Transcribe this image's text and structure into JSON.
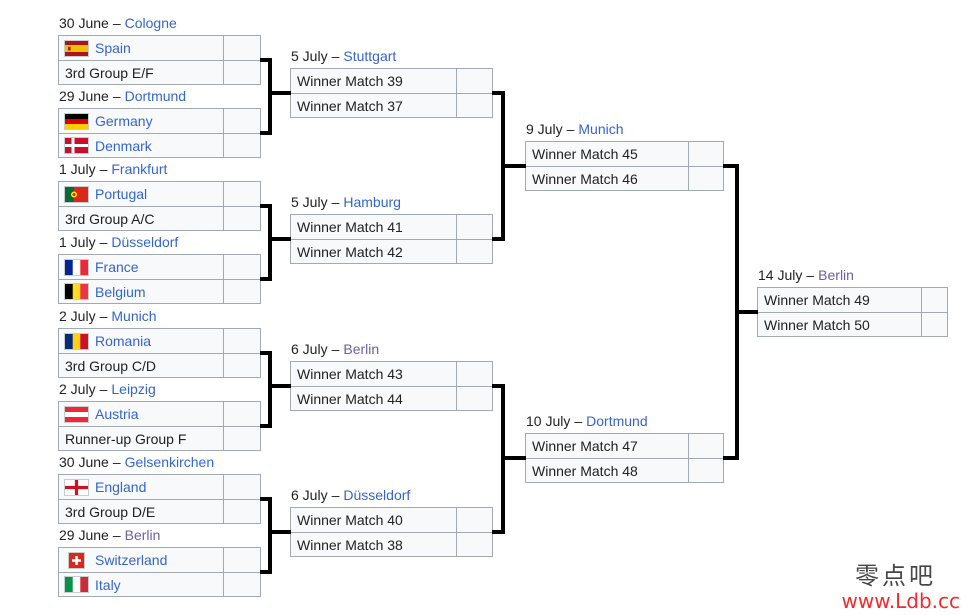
{
  "colors": {
    "link_blue": "#3366cc",
    "visited_purple": "#6e5fa5",
    "text_dark": "#202122",
    "cell_background": "#f8f9fa",
    "cell_border": "#a2a9b1",
    "connector_black": "#000000",
    "watermark_red": "#f22b2b"
  },
  "date_separator": "–",
  "rounds": [
    {
      "id": "round-of-16",
      "matches": [
        {
          "date": "30 June",
          "city": "Cologne",
          "city_visited": false,
          "slots": [
            {
              "team": "Spain",
              "flag": "es",
              "link": true,
              "score": ""
            },
            {
              "team": "3rd Group E/F",
              "flag": null,
              "link": false,
              "score": ""
            }
          ]
        },
        {
          "date": "29 June",
          "city": "Dortmund",
          "city_visited": false,
          "slots": [
            {
              "team": "Germany",
              "flag": "de",
              "link": true,
              "score": ""
            },
            {
              "team": "Denmark",
              "flag": "dk",
              "link": true,
              "score": ""
            }
          ]
        },
        {
          "date": "1 July",
          "city": "Frankfurt",
          "city_visited": false,
          "slots": [
            {
              "team": "Portugal",
              "flag": "pt",
              "link": true,
              "score": ""
            },
            {
              "team": "3rd Group A/C",
              "flag": null,
              "link": false,
              "score": ""
            }
          ]
        },
        {
          "date": "1 July",
          "city": "Düsseldorf",
          "city_visited": false,
          "slots": [
            {
              "team": "France",
              "flag": "fr",
              "link": true,
              "score": ""
            },
            {
              "team": "Belgium",
              "flag": "be",
              "link": true,
              "score": ""
            }
          ]
        },
        {
          "date": "2 July",
          "city": "Munich",
          "city_visited": false,
          "slots": [
            {
              "team": "Romania",
              "flag": "ro",
              "link": true,
              "score": ""
            },
            {
              "team": "3rd Group C/D",
              "flag": null,
              "link": false,
              "score": ""
            }
          ]
        },
        {
          "date": "2 July",
          "city": "Leipzig",
          "city_visited": false,
          "slots": [
            {
              "team": "Austria",
              "flag": "at",
              "link": true,
              "score": ""
            },
            {
              "team": "Runner-up Group F",
              "flag": null,
              "link": false,
              "score": ""
            }
          ]
        },
        {
          "date": "30 June",
          "city": "Gelsenkirchen",
          "city_visited": false,
          "slots": [
            {
              "team": "England",
              "flag": "en",
              "link": true,
              "score": ""
            },
            {
              "team": "3rd Group D/E",
              "flag": null,
              "link": false,
              "score": ""
            }
          ]
        },
        {
          "date": "29 June",
          "city": "Berlin",
          "city_visited": true,
          "slots": [
            {
              "team": "Switzerland",
              "flag": "ch",
              "link": true,
              "score": ""
            },
            {
              "team": "Italy",
              "flag": "it",
              "link": true,
              "score": ""
            }
          ]
        }
      ]
    },
    {
      "id": "quarter-finals",
      "matches": [
        {
          "date": "5 July",
          "city": "Stuttgart",
          "city_visited": false,
          "slots": [
            {
              "team": "Winner Match 39",
              "flag": null,
              "link": false,
              "score": ""
            },
            {
              "team": "Winner Match 37",
              "flag": null,
              "link": false,
              "score": ""
            }
          ]
        },
        {
          "date": "5 July",
          "city": "Hamburg",
          "city_visited": false,
          "slots": [
            {
              "team": "Winner Match 41",
              "flag": null,
              "link": false,
              "score": ""
            },
            {
              "team": "Winner Match 42",
              "flag": null,
              "link": false,
              "score": ""
            }
          ]
        },
        {
          "date": "6 July",
          "city": "Berlin",
          "city_visited": true,
          "slots": [
            {
              "team": "Winner Match 43",
              "flag": null,
              "link": false,
              "score": ""
            },
            {
              "team": "Winner Match 44",
              "flag": null,
              "link": false,
              "score": ""
            }
          ]
        },
        {
          "date": "6 July",
          "city": "Düsseldorf",
          "city_visited": false,
          "slots": [
            {
              "team": "Winner Match 40",
              "flag": null,
              "link": false,
              "score": ""
            },
            {
              "team": "Winner Match 38",
              "flag": null,
              "link": false,
              "score": ""
            }
          ]
        }
      ]
    },
    {
      "id": "semi-finals",
      "matches": [
        {
          "date": "9 July",
          "city": "Munich",
          "city_visited": false,
          "slots": [
            {
              "team": "Winner Match 45",
              "flag": null,
              "link": false,
              "score": ""
            },
            {
              "team": "Winner Match 46",
              "flag": null,
              "link": false,
              "score": ""
            }
          ]
        },
        {
          "date": "10 July",
          "city": "Dortmund",
          "city_visited": false,
          "slots": [
            {
              "team": "Winner Match 47",
              "flag": null,
              "link": false,
              "score": ""
            },
            {
              "team": "Winner Match 48",
              "flag": null,
              "link": false,
              "score": ""
            }
          ]
        }
      ]
    },
    {
      "id": "final",
      "matches": [
        {
          "date": "14 July",
          "city": "Berlin",
          "city_visited": true,
          "slots": [
            {
              "team": "Winner Match 49",
              "flag": null,
              "link": false,
              "score": ""
            },
            {
              "team": "Winner Match 50",
              "flag": null,
              "link": false,
              "score": ""
            }
          ]
        }
      ]
    }
  ],
  "watermark": {
    "line1": "零点吧",
    "line2": "www.Ldb.cc"
  }
}
